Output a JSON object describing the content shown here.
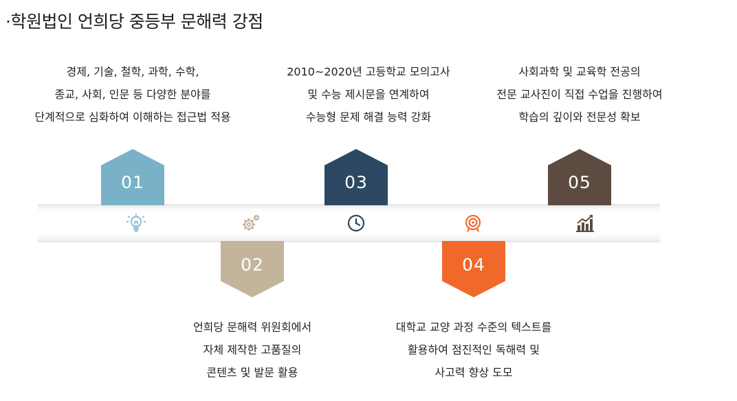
{
  "title": "·학원법인 언희당 중등부 문해력 강점",
  "colors": {
    "step01": "#78b1c8",
    "step02": "#c3b59b",
    "step03": "#2c4862",
    "step04": "#f0692a",
    "step05": "#5d4b41"
  },
  "steps": [
    {
      "number": "01",
      "icon": "lightbulb-icon",
      "lines": [
        "경제, 기술, 철학, 과학, 수학,",
        "종교, 사회, 인문 등 다양한 분야를",
        "단계적으로 심화하여 이해하는 접근법 적용"
      ]
    },
    {
      "number": "02",
      "icon": "gears-icon",
      "lines": [
        "언희당 문해력 위원회에서",
        "자체 제작한 고품질의",
        "콘텐츠 및 발문 활용"
      ]
    },
    {
      "number": "03",
      "icon": "clock-icon",
      "lines": [
        "2010~2020년 고등학교 모의고사",
        "및 수능 제시문을 연계하여",
        "수능형 문제 해결 능력 강화"
      ]
    },
    {
      "number": "04",
      "icon": "target-icon",
      "lines": [
        "대학교 교양 과정 수준의 텍스트를",
        "활용하여 점진적인 독해력 및",
        "사고력 향상 도모"
      ]
    },
    {
      "number": "05",
      "icon": "bar-chart-icon",
      "lines": [
        "사회과학 및 교육학 전공의",
        "전문 교사진이 직접 수업을 진행하여",
        "학습의 깊이와 전문성 확보"
      ]
    }
  ]
}
